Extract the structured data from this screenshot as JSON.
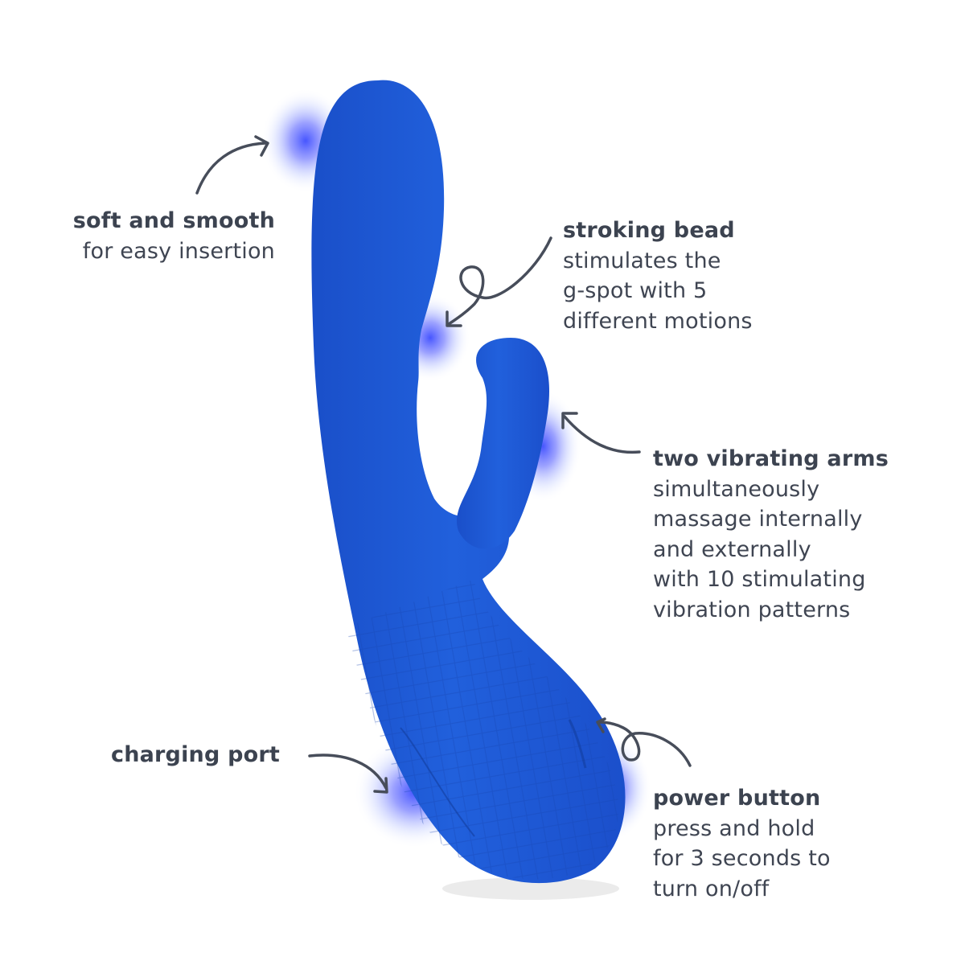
{
  "product": {
    "color": "#1f5ad6",
    "color_dark": "#1848b8",
    "glow_color": "#4f5cff"
  },
  "arrow_color": "#474d5a",
  "callouts": [
    {
      "id": "soft-and-smooth",
      "title": "soft and smooth",
      "lines": [
        "for easy insertion"
      ]
    },
    {
      "id": "stroking-bead",
      "title": "stroking bead",
      "lines": [
        "stimulates the",
        "g-spot with 5",
        "different motions"
      ]
    },
    {
      "id": "two-vibrating-arms",
      "title": "two vibrating arms",
      "lines": [
        "simultaneously",
        "massage internally",
        "and externally",
        "with 10 stimulating",
        "vibration patterns"
      ]
    },
    {
      "id": "charging-port",
      "title": "charging port",
      "lines": []
    },
    {
      "id": "power-button",
      "title": "power button",
      "lines": [
        "press and hold",
        "for 3 seconds to",
        "turn on/off"
      ]
    }
  ]
}
